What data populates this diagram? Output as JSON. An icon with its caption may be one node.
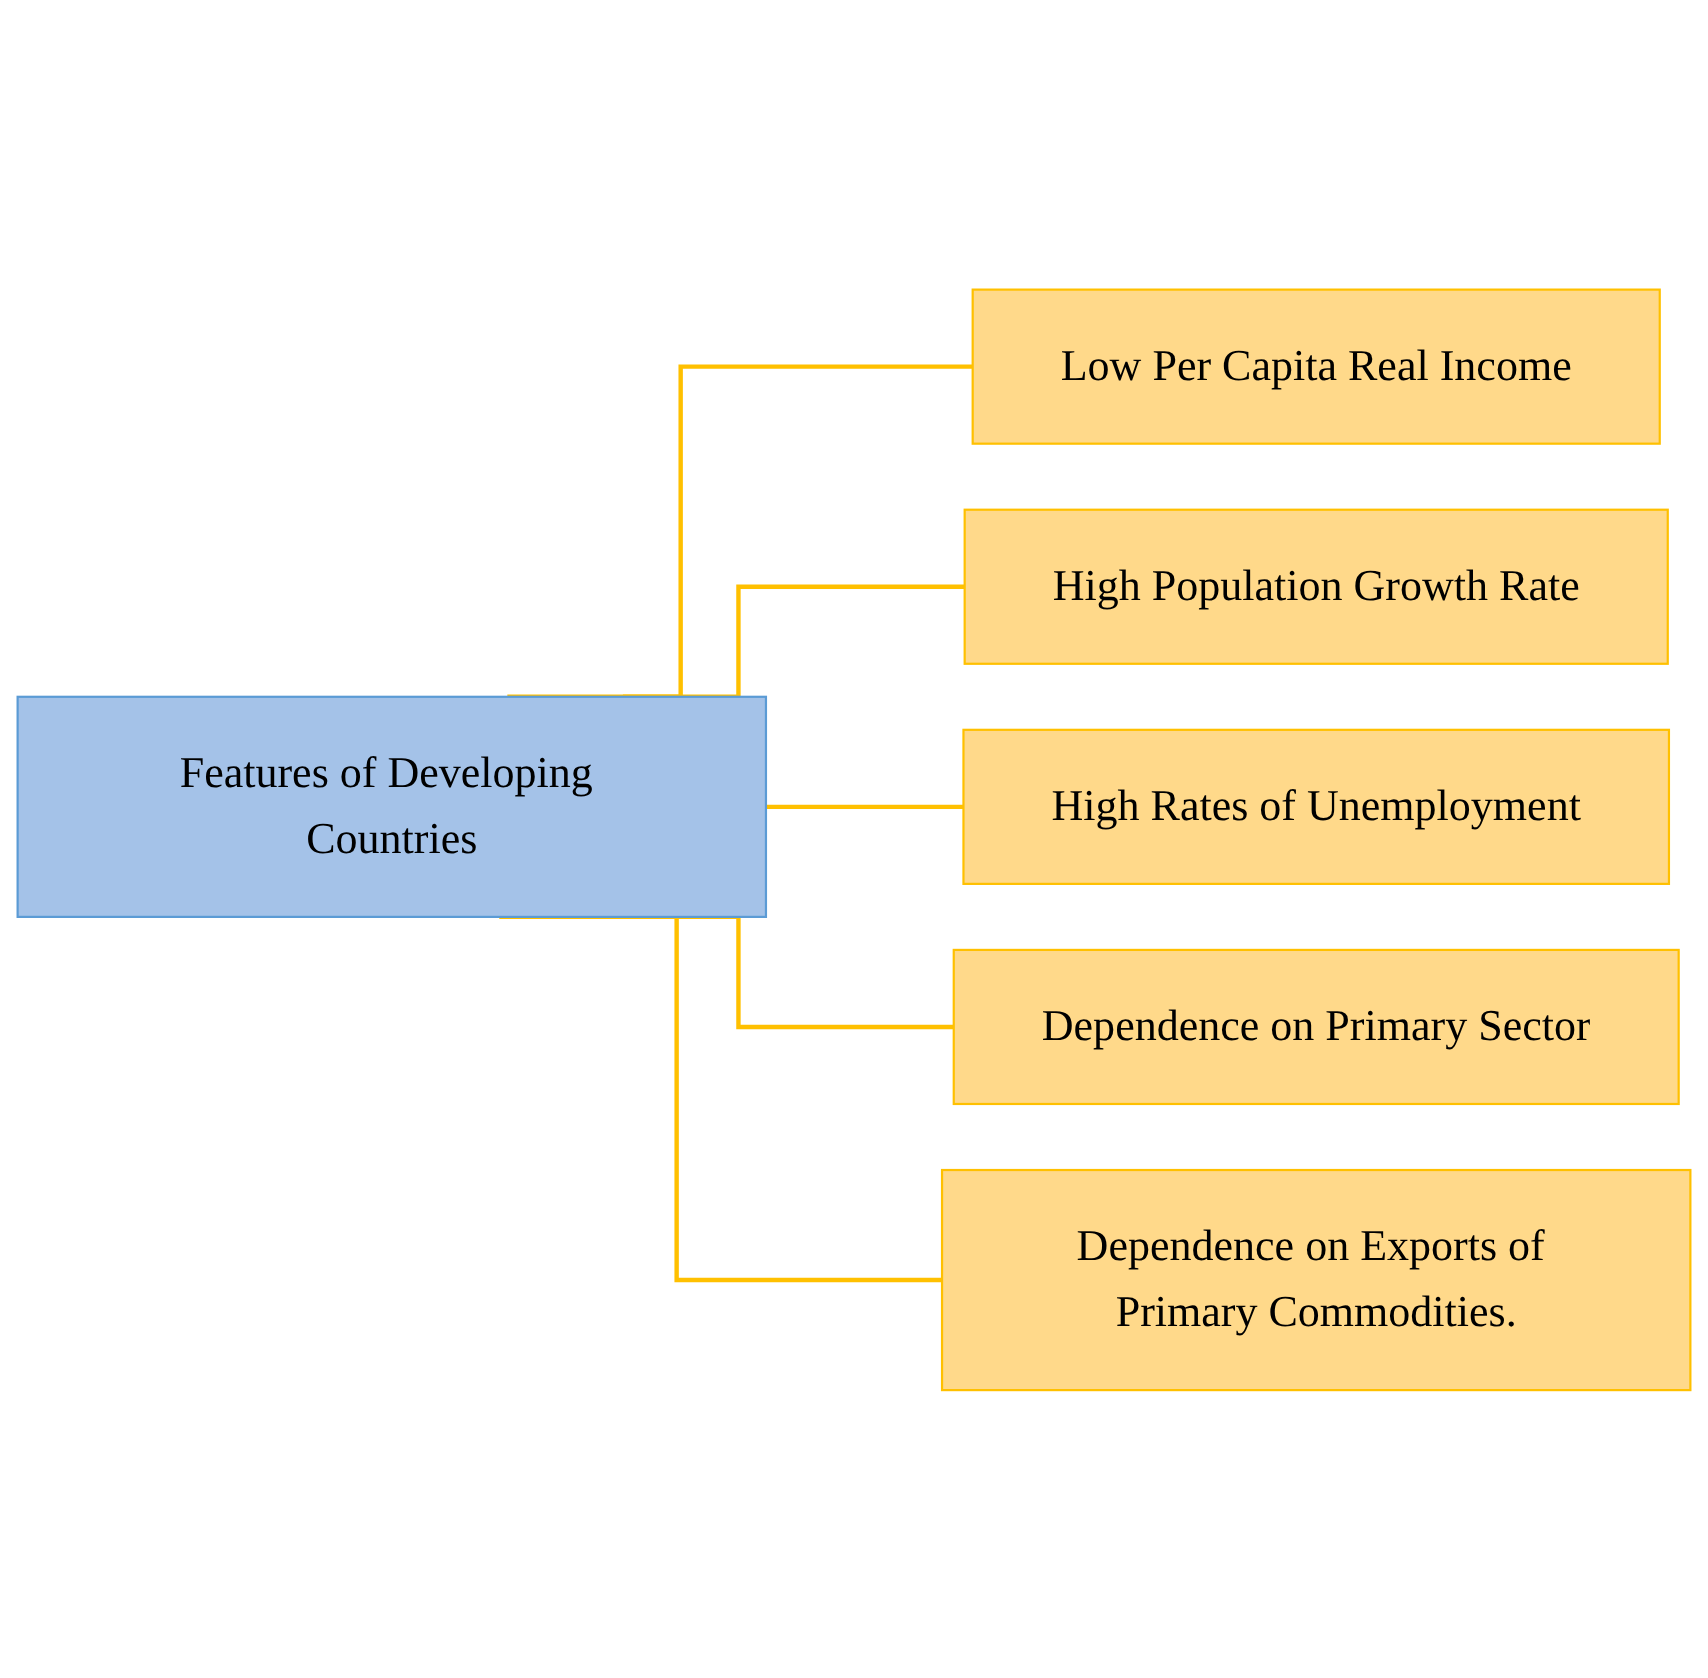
{
  "diagram": {
    "nodes": [
      {
        "text": [
          "Features of Developing Countries"
        ]
      },
      {
        "text": [
          "Low Per Capita Real Income"
        ]
      },
      {
        "text": [
          "High Population Growth Rate"
        ]
      },
      {
        "text": [
          "High Rates of Unemployment"
        ]
      },
      {
        "text": [
          "Dependence on Primary Sector"
        ]
      },
      {
        "text": [
          "Dependence on Exports of Primary Commodities."
        ]
      }
    ],
    "edges": [
      {
        "from": 0,
        "to": 1,
        "arrow": "none"
      },
      {
        "from": 0,
        "to": 2,
        "arrow": "none"
      },
      {
        "from": 0,
        "to": 3,
        "arrow": "none"
      },
      {
        "from": 0,
        "to": 4,
        "arrow": "none"
      },
      {
        "from": 0,
        "to": 5,
        "arrow": "none"
      }
    ]
  }
}
